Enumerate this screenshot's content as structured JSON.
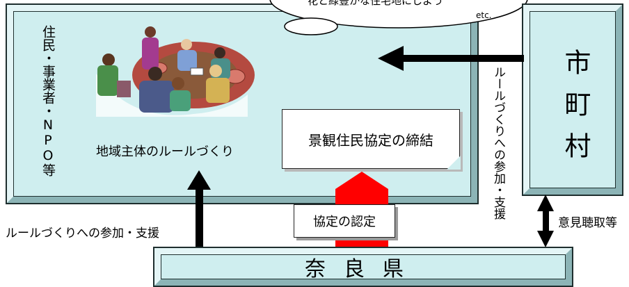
{
  "residents_panel": {
    "side_label": "住民・事業者・NPO等",
    "caption": "地域主体のルールづくり"
  },
  "city": {
    "label": "市町村"
  },
  "prefecture": {
    "label": "奈良県"
  },
  "agreement": {
    "label": "景観住民協定の締結"
  },
  "certification": {
    "label": "協定の認定"
  },
  "arrows": {
    "vertical_support_label": "ルールづくりへの参加・支援",
    "left_support_label": "ルールづくりへの参加・支援",
    "opinion_label": "意見聴取等"
  },
  "thought_bubble": {
    "text": "花と緑豊かな住宅地にしよう",
    "etc": "etc."
  },
  "colors": {
    "panel_fill": "#cfeeef",
    "arrow_red": "#ff0000",
    "arrow_black": "#000000"
  }
}
